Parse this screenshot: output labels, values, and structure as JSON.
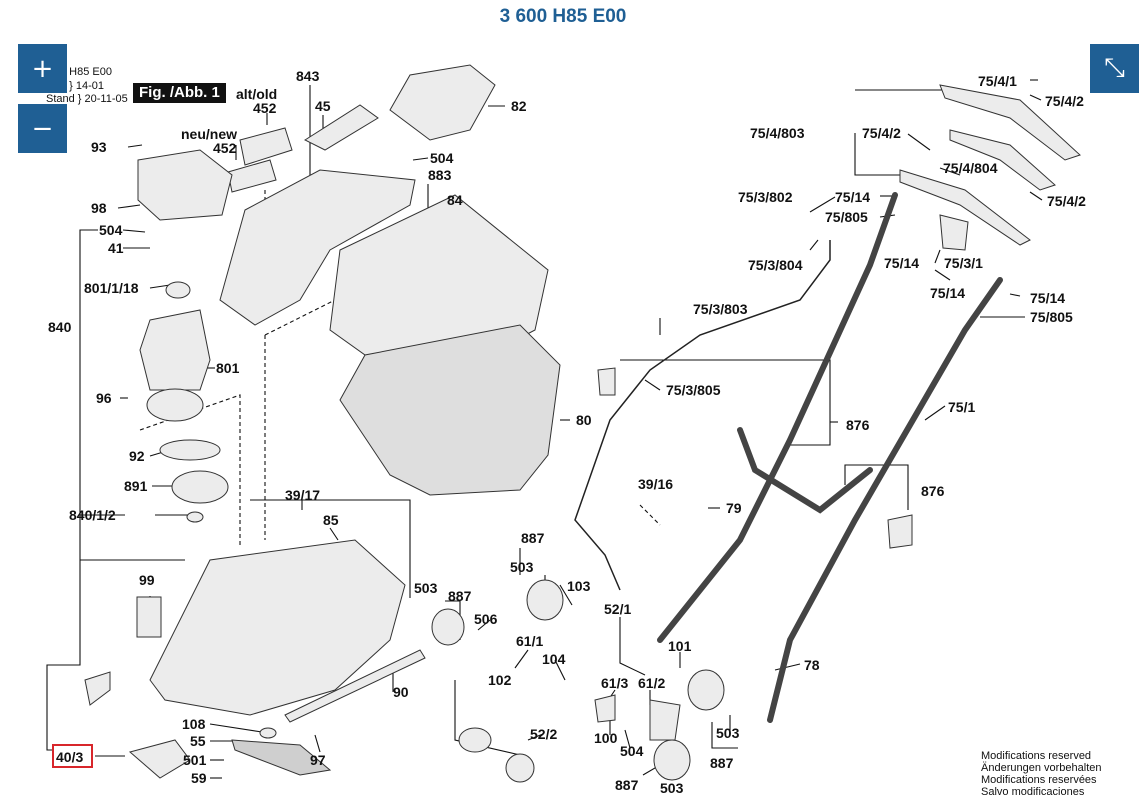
{
  "title": "3 600 H85 E00",
  "controls": {
    "zoom_in": "+",
    "zoom_out": "−",
    "fullscreen": "⤡"
  },
  "header": {
    "line1": "0 H85 E00",
    "line2": "e } 14-01",
    "line3": "Stand } 20-11-05",
    "fig": "Fig. /Abb. 1"
  },
  "notes": [
    "Modifications reserved",
    "Änderungen vorbehalten",
    "Modifications reservées",
    "Salvo modificaciones"
  ],
  "highlighted_part": "40/3",
  "parts": [
    "843",
    "45",
    "82",
    "alt/old",
    "452",
    "neu/new",
    "452",
    "93",
    "98",
    "504",
    "41",
    "801/1/18",
    "840",
    "801",
    "96",
    "92",
    "891",
    "840/1/2",
    "504",
    "883",
    "84",
    "80",
    "39/17",
    "85",
    "99",
    "503",
    "887",
    "506",
    "90",
    "108",
    "55",
    "501",
    "59",
    "97",
    "40/3",
    "887",
    "503",
    "103",
    "52/1",
    "61/1",
    "104",
    "102",
    "61/3",
    "61/2",
    "101",
    "100",
    "504",
    "52/2",
    "503",
    "887",
    "887",
    "503",
    "75/4/1",
    "75/4/2",
    "75/4/803",
    "75/4/2",
    "75/4/804",
    "75/4/2",
    "75/14",
    "75/805",
    "75/3/802",
    "75/3/804",
    "75/14",
    "75/3/1",
    "75/14",
    "75/14",
    "75/805",
    "75/3/803",
    "75/3/805",
    "876",
    "75/1",
    "876",
    "39/16",
    "79",
    "78"
  ],
  "colors": {
    "accent": "#1f5f94",
    "highlight": "#d8262b",
    "line": "#111111"
  }
}
